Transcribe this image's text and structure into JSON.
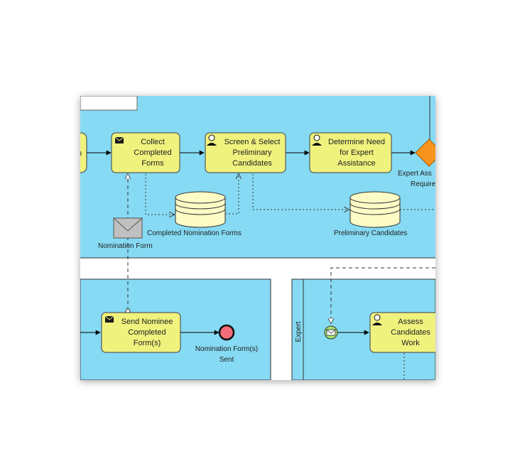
{
  "tasks": {
    "collect": [
      "Collect",
      "Completed",
      "Forms"
    ],
    "screen": [
      "Screen & Select",
      "Preliminary",
      "Candidates"
    ],
    "determine": [
      "Determine Need",
      "for Expert",
      "Assistance"
    ],
    "send": [
      "Send Nominee",
      "Completed",
      "Form(s)"
    ],
    "assess": [
      "Assess",
      "Candidates",
      "Work"
    ]
  },
  "data_stores": {
    "completed_forms": "Completed Nomination Forms",
    "preliminary": "Preliminary Candidates"
  },
  "message": {
    "nomination_form": "Nomination Form"
  },
  "gateway": {
    "label_line1": "Expert Ass",
    "label_line2": "Require"
  },
  "end_event": {
    "line1": "Nomination Form(s)",
    "line2": "Sent"
  },
  "lane": {
    "expert": "Expert"
  },
  "partial": {
    "left_n_top": "n",
    "left_n_bottom": "n"
  },
  "colors": {
    "pool": "#86daf3",
    "task": "#f0f27e",
    "gateway": "#f7941d",
    "end_event": "#f26d78",
    "start_message": "#a6e36f",
    "data_store": "#fdfbc6",
    "envelope": "#c0c0c0"
  }
}
